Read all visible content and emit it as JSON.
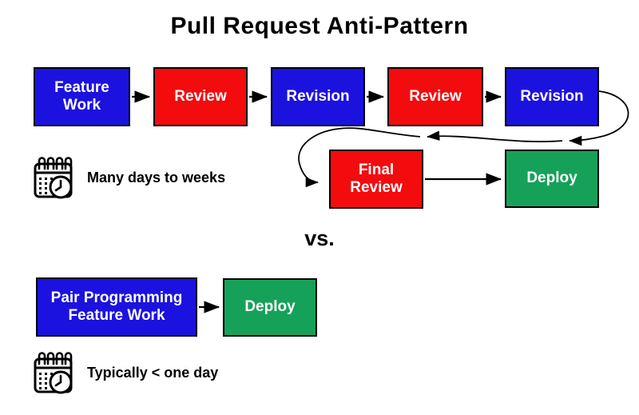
{
  "title": "Pull Request Anti-Pattern",
  "divider_label": "vs.",
  "colors": {
    "box_blue": "#1B12E0",
    "box_red": "#F30B0E",
    "box_green": "#16A159",
    "box_border": "#000000",
    "box_text": "#FFFFFF",
    "arrow": "#000000",
    "label_text": "#000000",
    "background": "#FFFFFF"
  },
  "anti_pattern_flow": {
    "boxes": [
      {
        "label": "Feature Work",
        "color": "box_blue"
      },
      {
        "label": "Review",
        "color": "box_red"
      },
      {
        "label": "Revision",
        "color": "box_blue"
      },
      {
        "label": "Review",
        "color": "box_red"
      },
      {
        "label": "Revision",
        "color": "box_blue"
      },
      {
        "label": "Final Review",
        "color": "box_red"
      },
      {
        "label": "Deploy",
        "color": "box_green"
      }
    ],
    "duration": {
      "icon": "calendar-clock-icon",
      "label": "Many days to weeks"
    }
  },
  "pair_flow": {
    "boxes": [
      {
        "label": "Pair Programming Feature Work",
        "color": "box_blue"
      },
      {
        "label": "Deploy",
        "color": "box_green"
      }
    ],
    "duration": {
      "icon": "calendar-clock-icon",
      "label": "Typically < one day"
    }
  }
}
